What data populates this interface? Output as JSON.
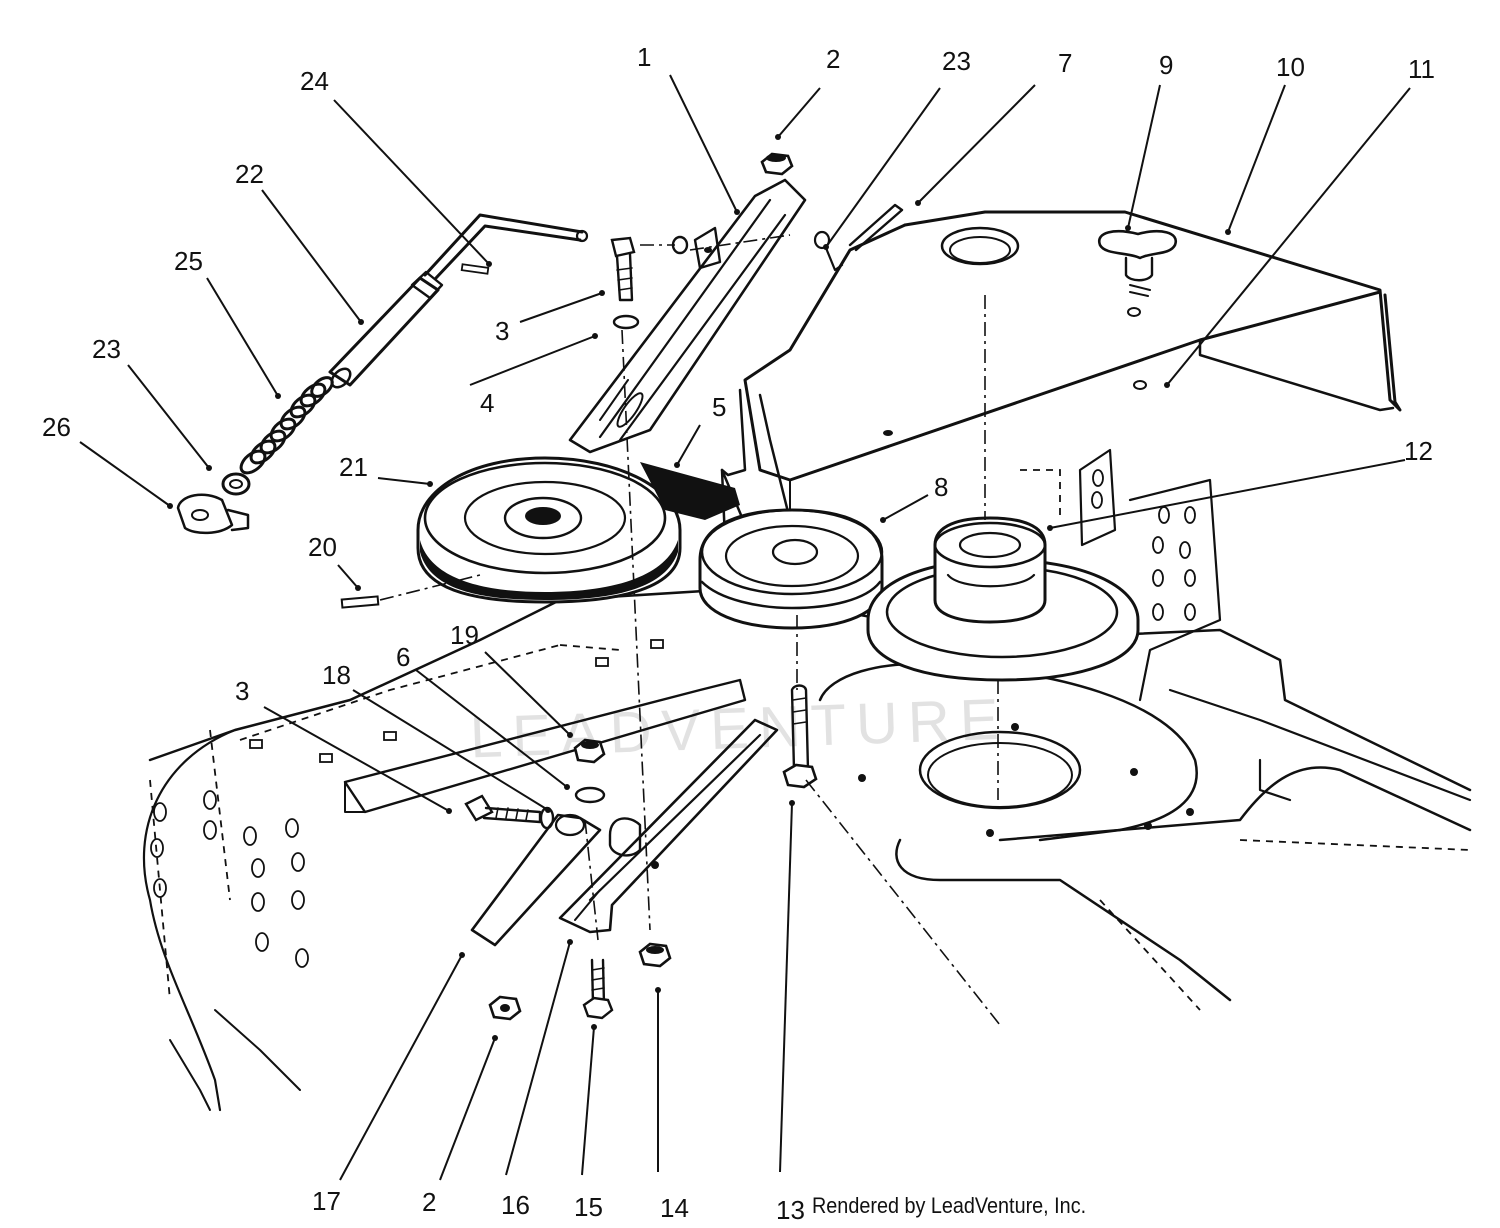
{
  "callouts": [
    {
      "id": "1",
      "text": "1"
    },
    {
      "id": "2",
      "text": "2"
    },
    {
      "id": "3",
      "text": "3"
    },
    {
      "id": "4",
      "text": "4"
    },
    {
      "id": "5",
      "text": "5"
    },
    {
      "id": "6",
      "text": "6"
    },
    {
      "id": "7",
      "text": "7"
    },
    {
      "id": "8",
      "text": "8"
    },
    {
      "id": "9",
      "text": "9"
    },
    {
      "id": "10",
      "text": "10"
    },
    {
      "id": "11",
      "text": "11"
    },
    {
      "id": "12",
      "text": "12"
    },
    {
      "id": "13",
      "text": "13"
    },
    {
      "id": "14",
      "text": "14"
    },
    {
      "id": "15",
      "text": "15"
    },
    {
      "id": "16",
      "text": "16"
    },
    {
      "id": "17",
      "text": "17"
    },
    {
      "id": "18",
      "text": "18"
    },
    {
      "id": "19",
      "text": "19"
    },
    {
      "id": "20",
      "text": "20"
    },
    {
      "id": "21",
      "text": "21"
    },
    {
      "id": "22",
      "text": "22"
    },
    {
      "id": "23",
      "text": "23"
    },
    {
      "id": "24",
      "text": "24"
    },
    {
      "id": "25",
      "text": "25"
    },
    {
      "id": "26",
      "text": "26"
    },
    {
      "id": "2b",
      "text": "2"
    },
    {
      "id": "3b",
      "text": "3"
    },
    {
      "id": "23b",
      "text": "23"
    }
  ],
  "watermark": "LEADVENTURE",
  "credit": "Rendered by LeadVenture, Inc."
}
